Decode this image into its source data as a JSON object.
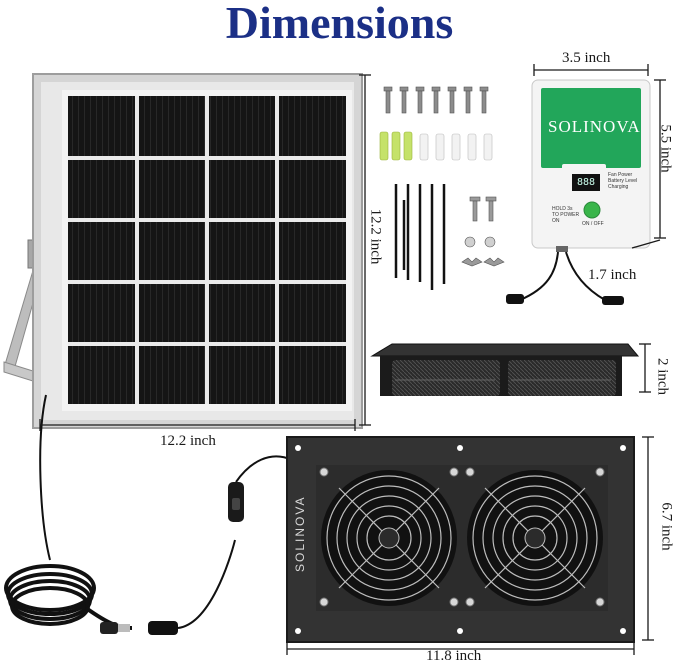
{
  "title": "Dimensions",
  "dimensions": {
    "panel_width": "12.2 inch",
    "panel_height": "12.2 inch",
    "controller_width": "3.5 inch",
    "controller_height": "5.5 inch",
    "controller_depth": "1.7 inch",
    "fan_depth": "2 inch",
    "plate_height": "6.7 inch",
    "plate_width": "11.8 inch"
  },
  "controller": {
    "brand": "SOLINOVA",
    "display": "888",
    "indicator_lines": [
      "Fan Power",
      "Battery Level",
      "Charging"
    ],
    "button_caption": "HOLD 3s TO POWER ON",
    "onoff_label": "ON / OFF"
  },
  "fan_plate": {
    "brand": "SOLINOVA"
  },
  "colors": {
    "title": "#1b2f86",
    "dimension_line": "#1a1a1a",
    "controller_green": "#22a65a",
    "panel_frame": "#c9c9c9",
    "cell": "#141414"
  }
}
